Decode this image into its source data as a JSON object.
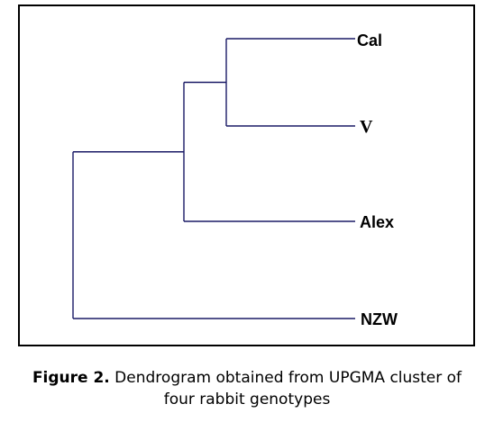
{
  "colors": {
    "branch": "#1a1a66",
    "frame": "#000000",
    "text": "#000000"
  },
  "dendrogram": {
    "leaves": [
      {
        "id": "cal",
        "label": "Cal"
      },
      {
        "id": "v",
        "label": "V"
      },
      {
        "id": "alex",
        "label": "Alex"
      },
      {
        "id": "nzw",
        "label": "NZW"
      }
    ],
    "merges": [
      {
        "id": "cal-v",
        "children": [
          "cal",
          "v"
        ]
      },
      {
        "id": "cal-v-alex",
        "children": [
          "cal-v",
          "alex"
        ]
      },
      {
        "id": "root",
        "children": [
          "cal-v-alex",
          "nzw"
        ]
      }
    ]
  },
  "caption": {
    "label": "Figure 2.",
    "text_line1": " Dendrogram obtained from UPGMA cluster of",
    "text_line2": "four rabbit genotypes"
  }
}
